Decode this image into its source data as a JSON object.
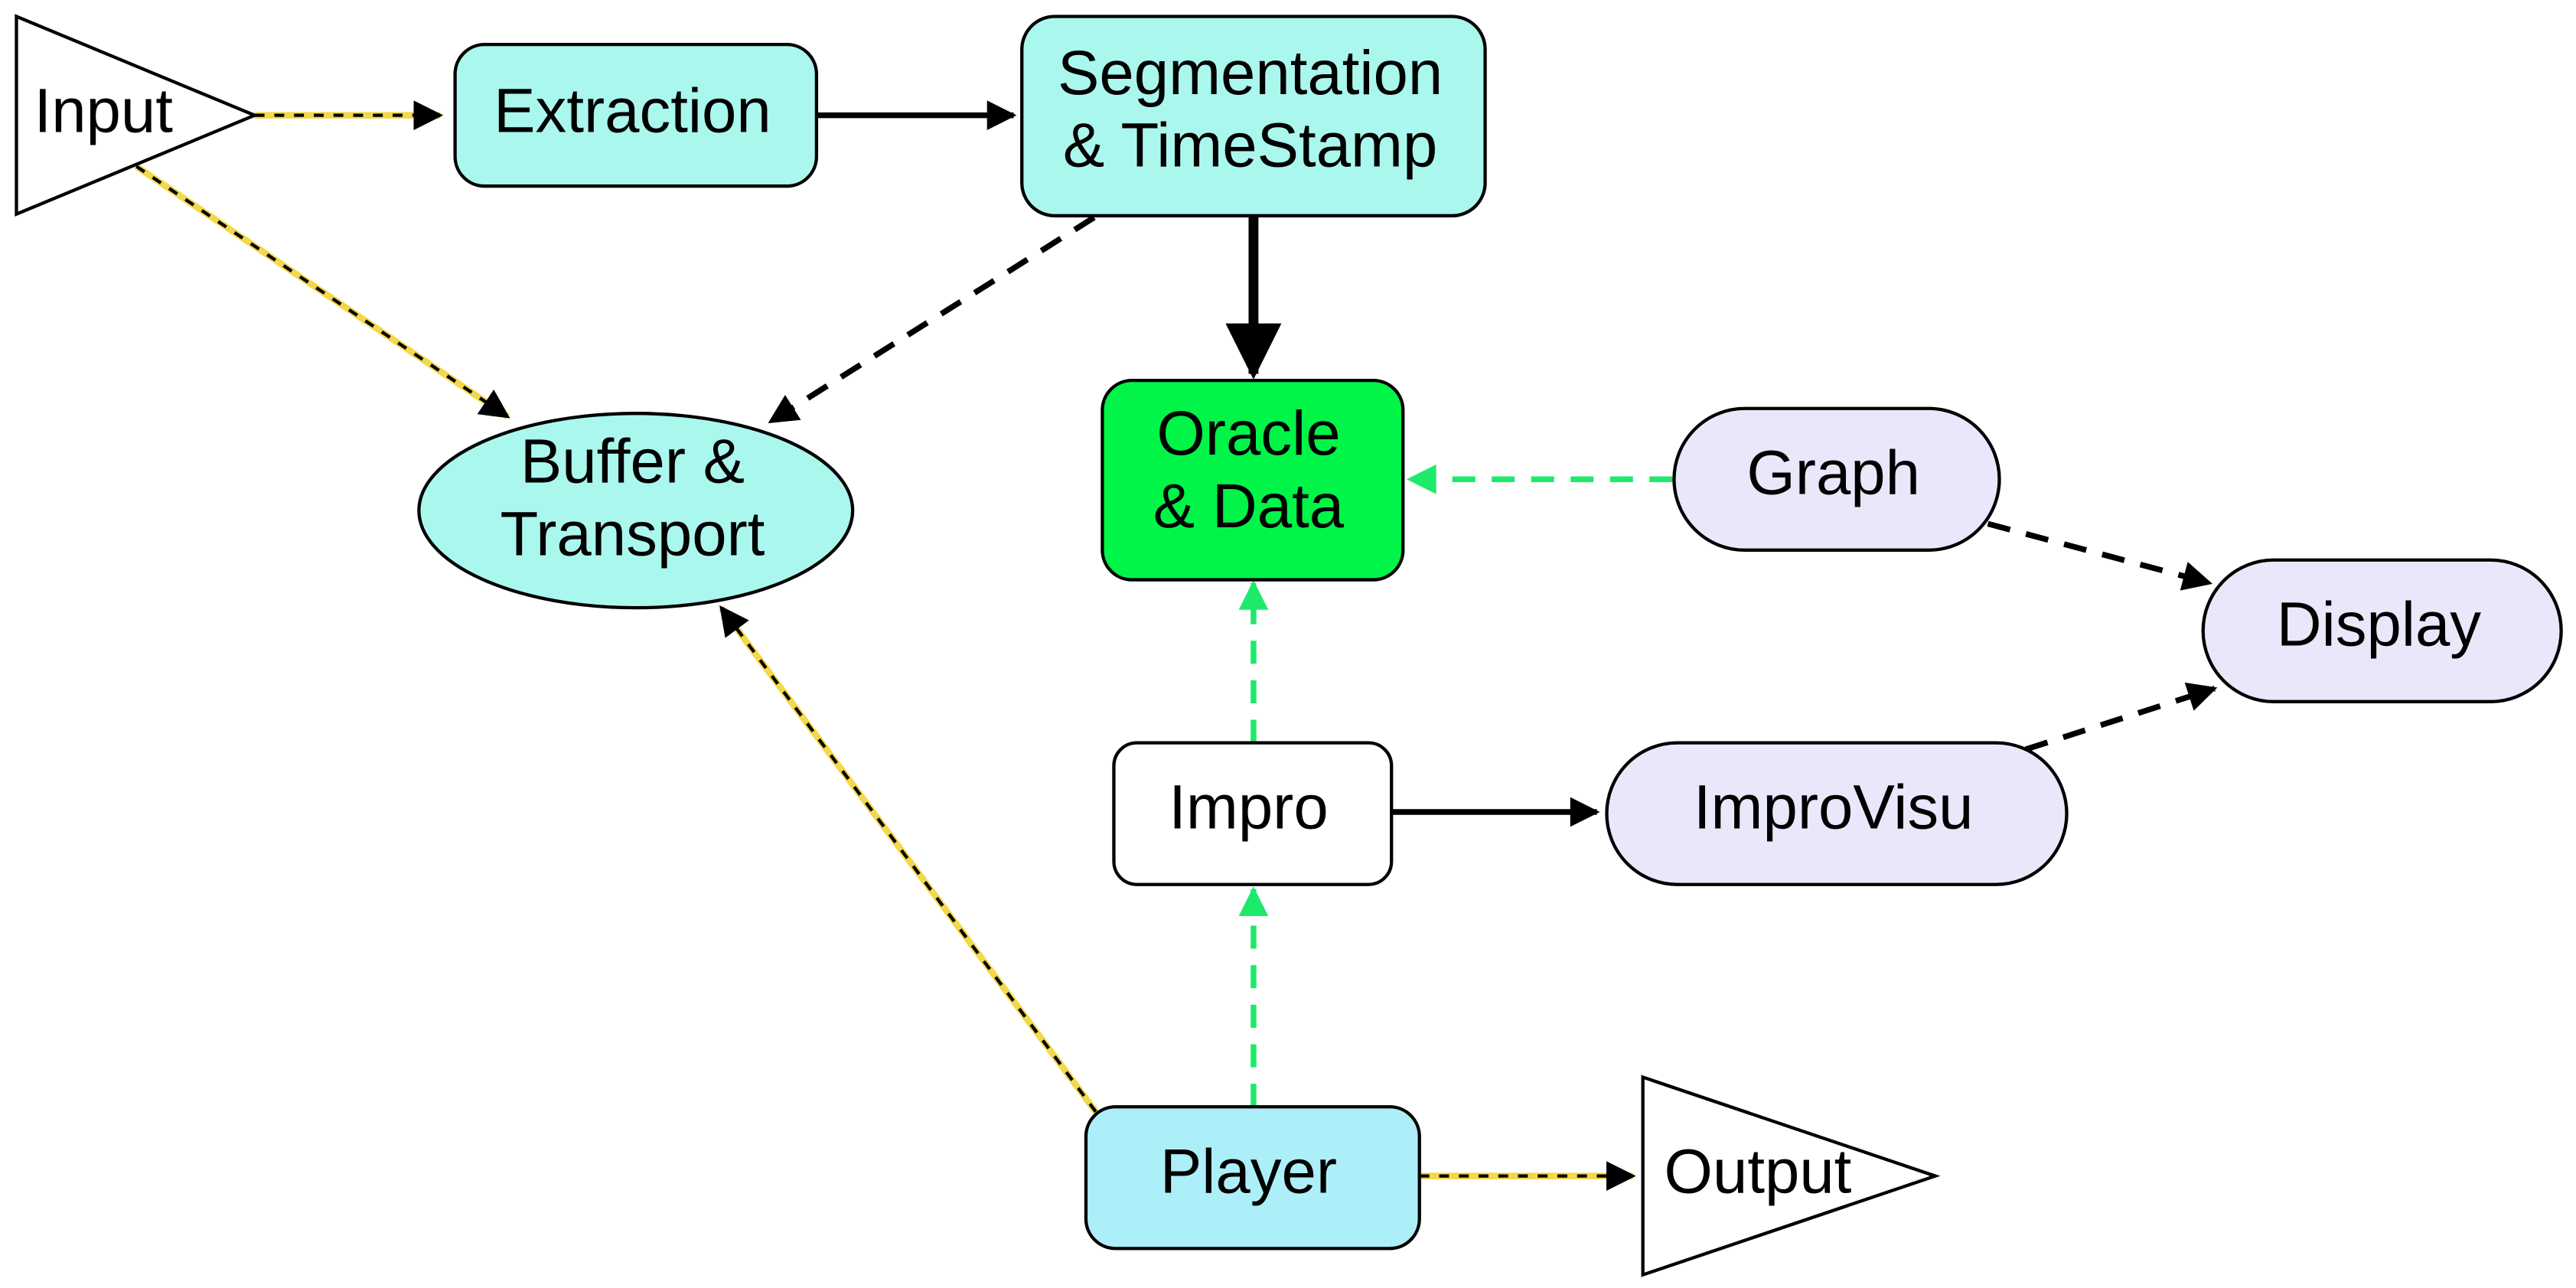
{
  "nodes": {
    "input": {
      "label": "Input"
    },
    "extraction": {
      "label": "Extraction"
    },
    "segmentation": {
      "line1": "Segmentation",
      "line2": "& TimeStamp"
    },
    "buffer": {
      "line1": "Buffer &",
      "line2": "Transport"
    },
    "oracle": {
      "line1": "Oracle",
      "line2": "& Data"
    },
    "graph": {
      "label": "Graph"
    },
    "display": {
      "label": "Display"
    },
    "impro": {
      "label": "Impro"
    },
    "improvisu": {
      "label": "ImproVisu"
    },
    "player": {
      "label": "Player"
    },
    "output": {
      "label": "Output"
    }
  },
  "colors": {
    "aqua_fill": "#AAF7EE",
    "oracle_fill": "#00F548",
    "lavender_fill": "#E8E8FA",
    "player_fill": "#ADEFF8",
    "white_fill": "#FFFFFF",
    "black": "#000000",
    "green_edge": "#1DEA6A",
    "yellow_edge": "#F2D84A"
  }
}
